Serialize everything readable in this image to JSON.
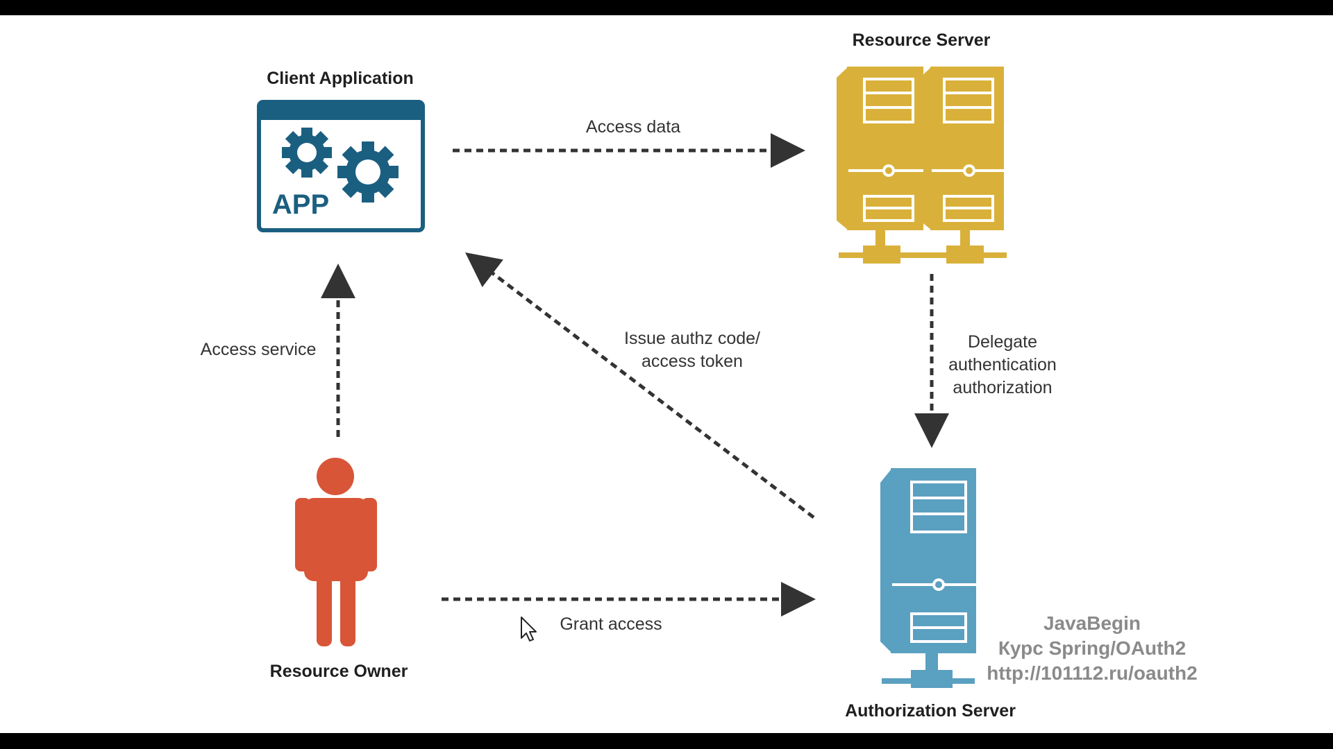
{
  "nodes": {
    "client": {
      "title": "Client Application",
      "icon": "app-window-gears-icon",
      "icon_text": "APP",
      "color": "#1b5f80"
    },
    "resource_server": {
      "title": "Resource Server",
      "icon": "server-rack-icon",
      "color": "#d9b13a"
    },
    "resource_owner": {
      "title": "Resource Owner",
      "icon": "person-icon",
      "color": "#d85538"
    },
    "auth_server": {
      "title": "Authorization Server",
      "icon": "server-tower-icon",
      "color": "#5aa0c0"
    }
  },
  "edges": {
    "access_data": {
      "label": "Access data"
    },
    "access_service": {
      "label": "Access service"
    },
    "issue_token": {
      "line1": "Issue authz code/",
      "line2": "access token"
    },
    "delegate": {
      "line1": "Delegate",
      "line2": "authentication",
      "line3": "authorization"
    },
    "grant_access": {
      "label": "Grant access"
    }
  },
  "watermark": {
    "line1": "JavaBegin",
    "line2": "Курс Spring/OAuth2",
    "line3": "http://101112.ru/oauth2"
  },
  "cursor": {
    "icon": "mouse-pointer-icon"
  }
}
